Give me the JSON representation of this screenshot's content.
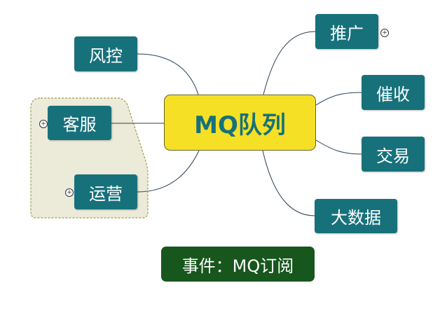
{
  "center": {
    "label": "MQ队列"
  },
  "nodes": {
    "fengkong": "风控",
    "tuiguang": "推广",
    "cuishou": "催收",
    "jiaoyi": "交易",
    "dashuju": "大数据",
    "kefu": "客服",
    "yunying": "运营"
  },
  "expand_symbol": "+",
  "event": {
    "label": "事件：MQ订阅"
  },
  "colors": {
    "node": "#17717b",
    "center": "#f5e025",
    "event": "#17561c",
    "group": "#ecebd9"
  }
}
